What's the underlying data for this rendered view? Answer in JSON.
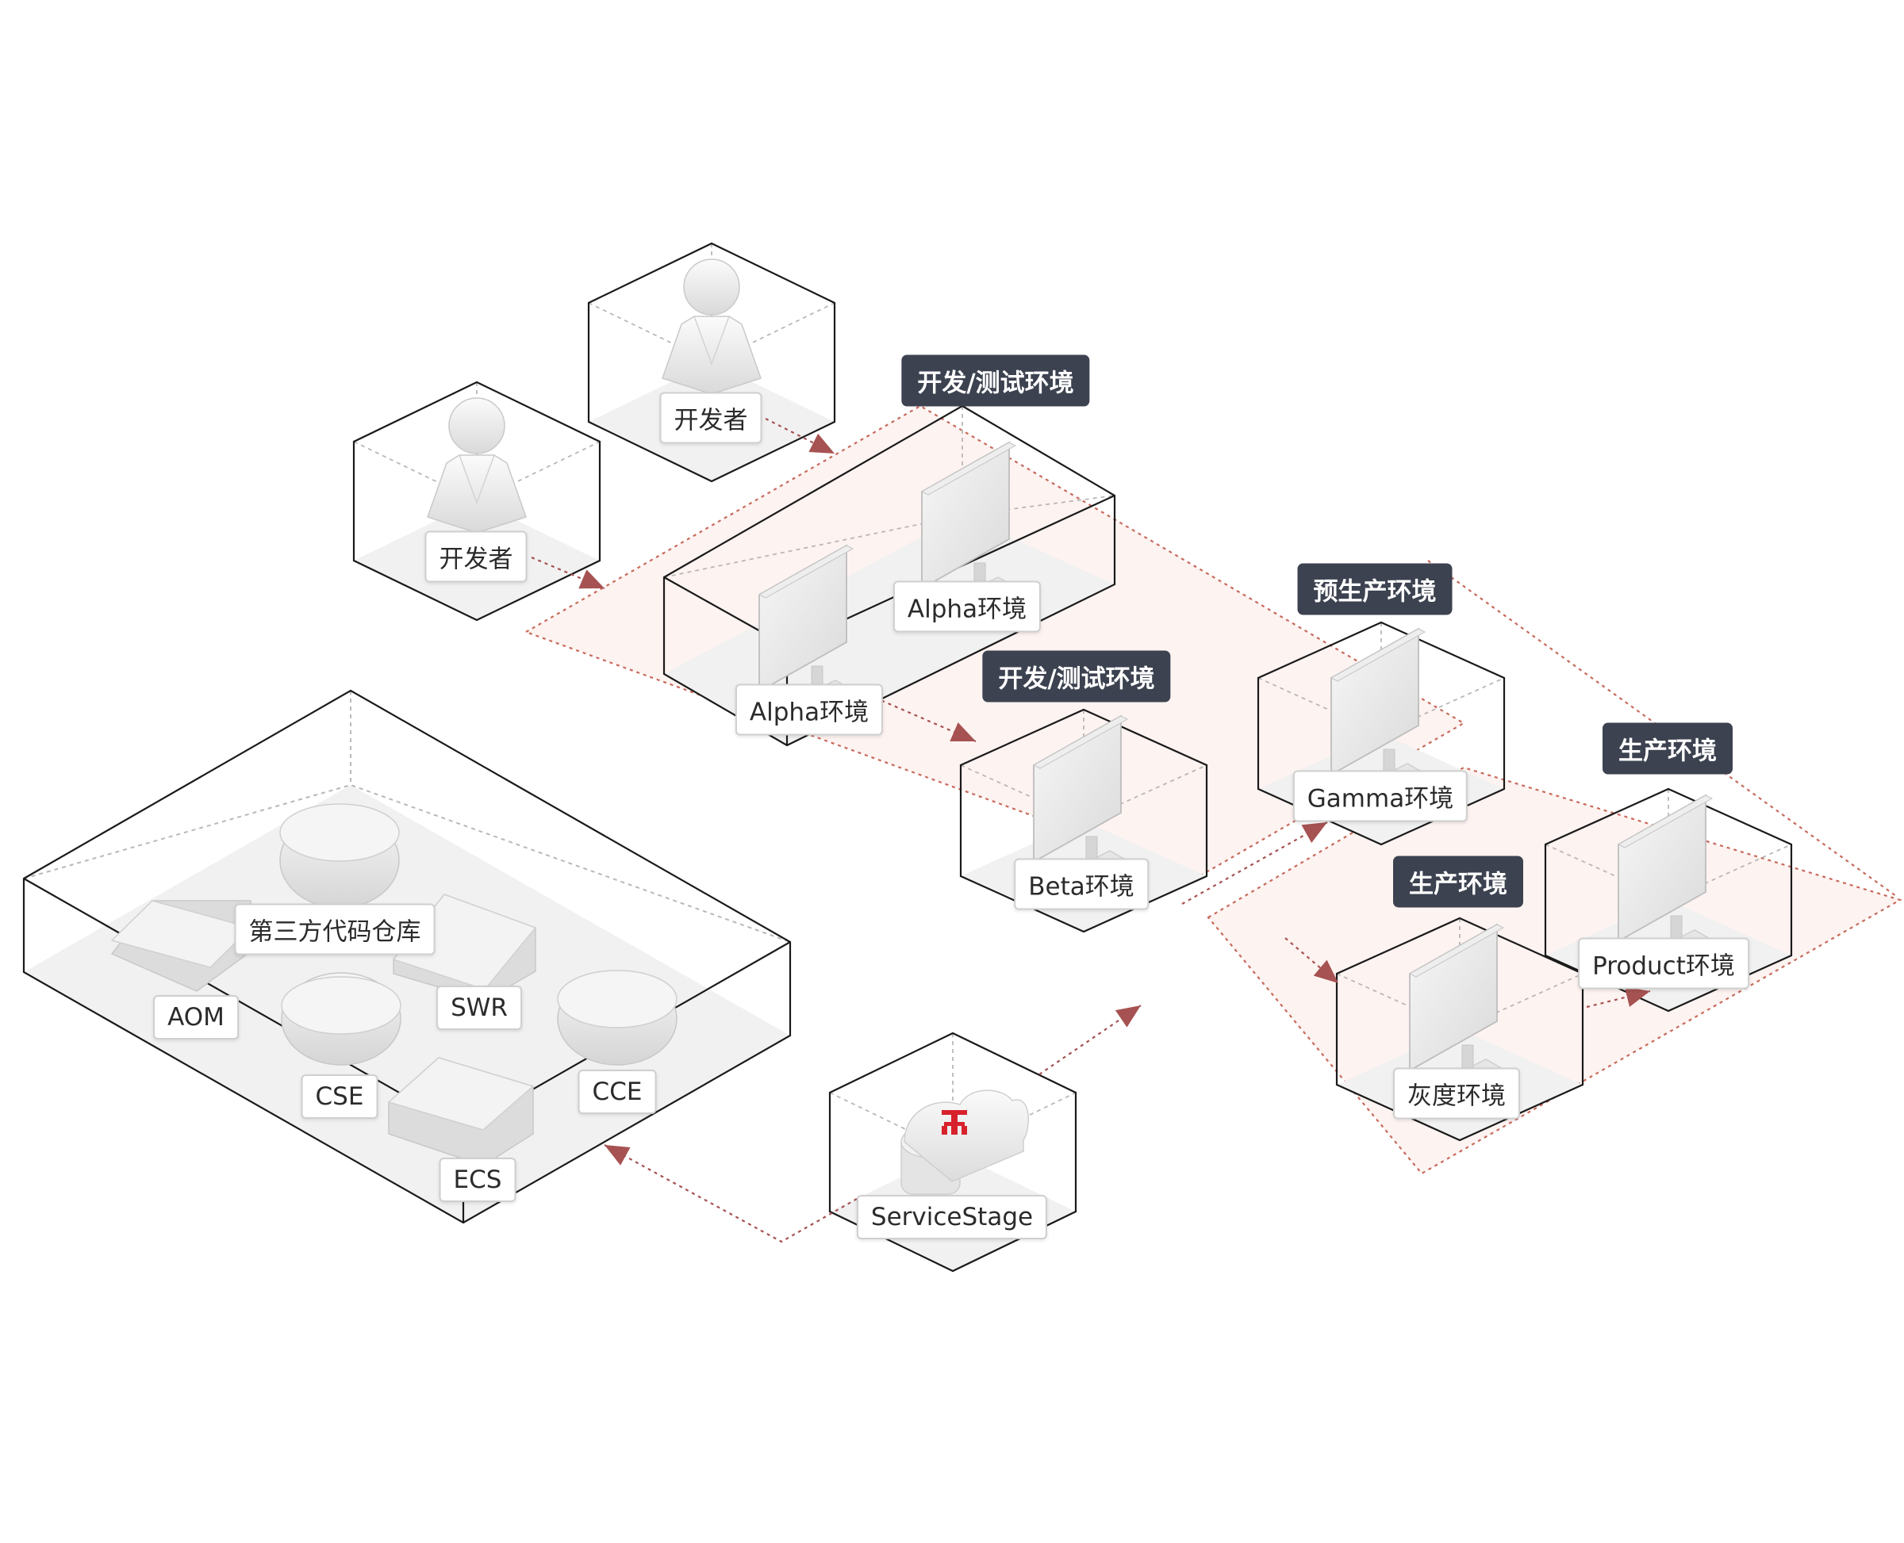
{
  "colors": {
    "arrow": "#a65252",
    "env_fill": "#fdf3f1",
    "env_border": "#c86a5c",
    "box_line": "#1a1a1a",
    "dash_line": "#b5b5b5",
    "header_bg": "#3c4250",
    "servicestage_logo": "#d7222c"
  },
  "env_headers": {
    "dev_test_top": "开发/测试环境",
    "dev_test_mid": "开发/测试环境",
    "preprod": "预生产环境",
    "prod_right": "生产环境",
    "prod_mid": "生产环境"
  },
  "nodes": {
    "developer_1": "开发者",
    "developer_2": "开发者",
    "alpha_1": "Alpha环境",
    "alpha_2": "Alpha环境",
    "beta": "Beta环境",
    "gamma": "Gamma环境",
    "product": "Product环境",
    "gray": "灰度环境",
    "servicestage": "ServiceStage"
  },
  "platform": {
    "repo": "第三方代码仓库",
    "aom": "AOM",
    "swr": "SWR",
    "cse": "CSE",
    "cce": "CCE",
    "ecs": "ECS"
  },
  "icons": {
    "developer": "person-icon",
    "environment": "monitor-icon",
    "servicestage": "cloud-icon",
    "logo": "servicestage-logo-icon",
    "database": "database-icon",
    "server": "server-icon"
  }
}
